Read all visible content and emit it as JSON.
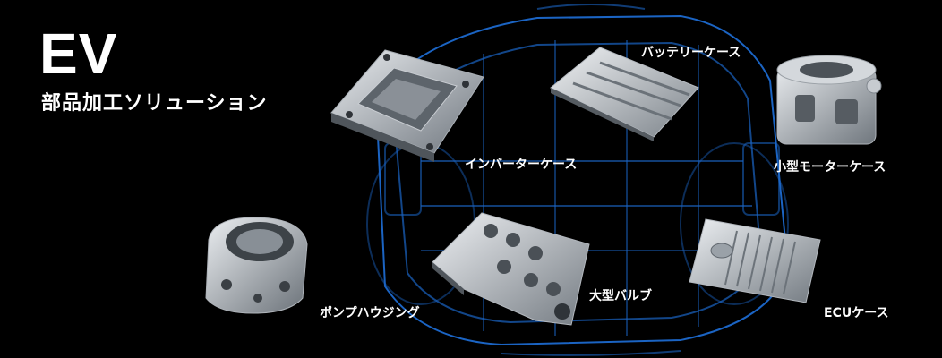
{
  "headline": {
    "title": "EV",
    "subtitle": "部品加工ソリューション"
  },
  "parts": {
    "battery_case": "バッテリーケース",
    "inverter_case": "インバーターケース",
    "small_motor_case": "小型モーターケース",
    "pump_housing": "ポンプハウジング",
    "large_valve": "大型バルブ",
    "ecu_case": "ECUケース"
  },
  "colors": {
    "background": "#000000",
    "wireframe": "#1e6fd9",
    "metal_light": "#d9dde2",
    "metal_dark": "#7d848c",
    "text": "#ffffff"
  }
}
